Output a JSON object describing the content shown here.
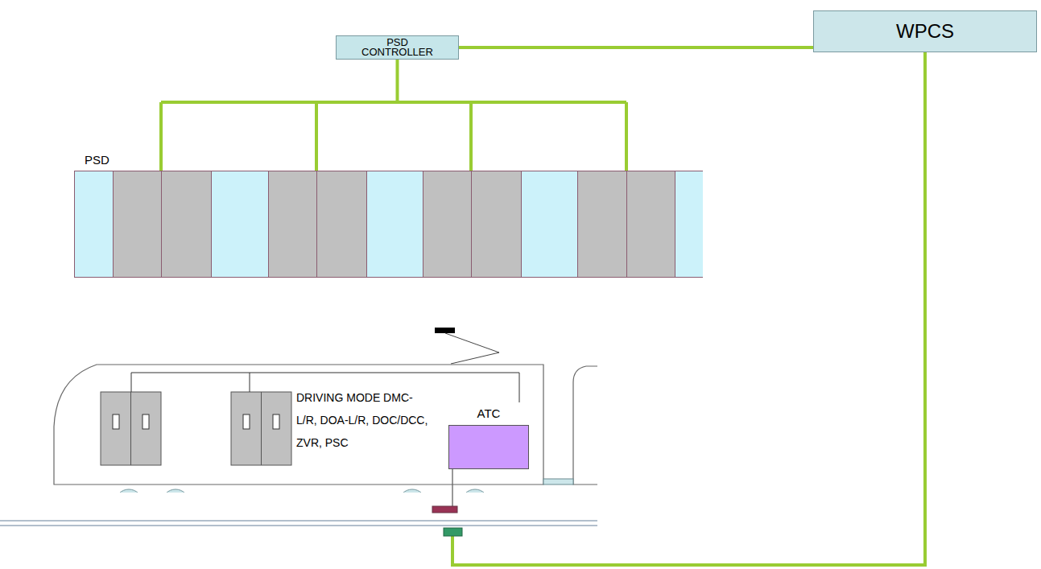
{
  "diagram": {
    "nodes": [
      {
        "text": [
          "PSD CONTROLLER"
        ]
      },
      {
        "text": [
          "WPCS"
        ]
      },
      {
        "text": [
          "PSD"
        ]
      },
      {
        "text": [
          "DRIVING MODE DMC-L/R, DOA-L/R, DOC/DCC, ZVR, PSC"
        ]
      },
      {
        "text": [
          "ATC"
        ],
        "in": 3
      }
    ],
    "edges": [
      {
        "from": 0,
        "to": 1,
        "arrow": "none"
      },
      {
        "from": 0,
        "to": 2,
        "arrow": "none"
      },
      {
        "from": 1,
        "to": 4,
        "arrow": "none"
      }
    ]
  }
}
